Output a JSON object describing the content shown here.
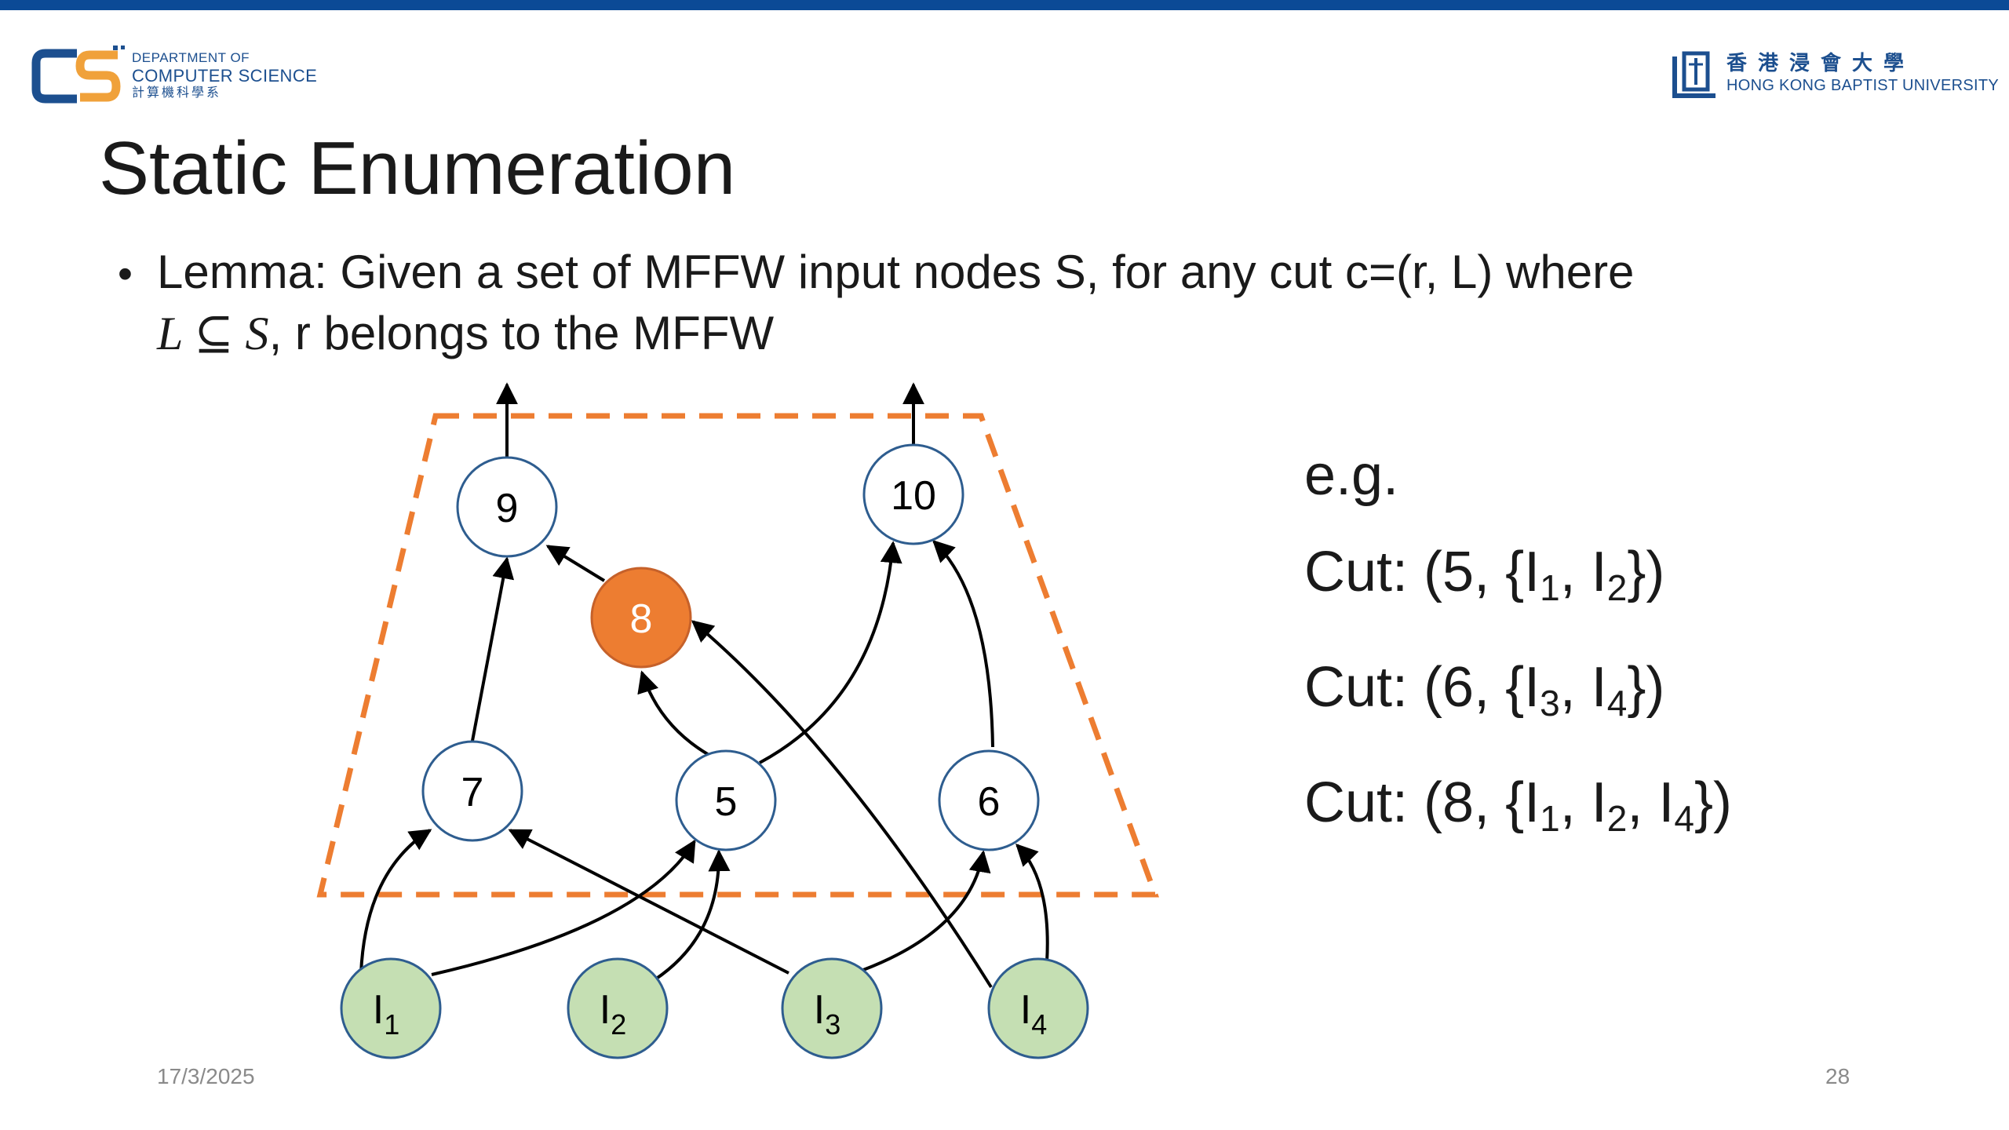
{
  "header": {
    "dept_line1": "DEPARTMENT OF",
    "dept_line2": "COMPUTER SCIENCE",
    "dept_line3": "計算機科學系",
    "uni_line1": "香港浸會大學",
    "uni_line2": "HONG KONG BAPTIST UNIVERSITY"
  },
  "title": "Static Enumeration",
  "bullet": {
    "line1": "Lemma: Given a set of MFFW input nodes S, for any cut c=(r, L) where",
    "math": "L ⊆ S",
    "line2_rest": ", r belongs to the MFFW"
  },
  "diagram": {
    "nodes": [
      {
        "id": "n9",
        "label": "9",
        "kind": "internal"
      },
      {
        "id": "n10",
        "label": "10",
        "kind": "internal"
      },
      {
        "id": "n8",
        "label": "8",
        "kind": "highlight"
      },
      {
        "id": "n7",
        "label": "7",
        "kind": "internal"
      },
      {
        "id": "n5",
        "label": "5",
        "kind": "internal"
      },
      {
        "id": "n6",
        "label": "6",
        "kind": "internal"
      },
      {
        "id": "i1",
        "label": "I",
        "sub": "1",
        "kind": "input"
      },
      {
        "id": "i2",
        "label": "I",
        "sub": "2",
        "kind": "input"
      },
      {
        "id": "i3",
        "label": "I",
        "sub": "3",
        "kind": "input"
      },
      {
        "id": "i4",
        "label": "I",
        "sub": "4",
        "kind": "input"
      }
    ],
    "edges": [
      [
        "i1",
        "n7"
      ],
      [
        "i1",
        "n5"
      ],
      [
        "i2",
        "n5"
      ],
      [
        "i3",
        "n7"
      ],
      [
        "i3",
        "n6"
      ],
      [
        "i4",
        "n6"
      ],
      [
        "i4",
        "n8"
      ],
      [
        "n7",
        "n9"
      ],
      [
        "n5",
        "n8"
      ],
      [
        "n5",
        "n10"
      ],
      [
        "n6",
        "n10"
      ],
      [
        "n8",
        "n9"
      ],
      [
        "n9",
        "out"
      ],
      [
        "n10",
        "out"
      ]
    ],
    "colors": {
      "node_stroke": "#2e5d8f",
      "highlight_fill": "#ed7d31",
      "input_fill": "#c5dfb3",
      "input_stroke": "#2e5d8f",
      "boundary": "#ed7d31",
      "edge": "#000000"
    }
  },
  "example": {
    "label": "e.g.",
    "cuts": [
      {
        "prefix": "Cut: (5, {I",
        "items": [
          {
            "sub": "1",
            "sep": ", I"
          },
          {
            "sub": "2",
            "sep": ""
          }
        ],
        "suffix": "})"
      },
      {
        "prefix": "Cut: (6, {I",
        "items": [
          {
            "sub": "3",
            "sep": ", I"
          },
          {
            "sub": "4",
            "sep": ""
          }
        ],
        "suffix": "})"
      },
      {
        "prefix": "Cut: (8, {I",
        "items": [
          {
            "sub": "1",
            "sep": ", I"
          },
          {
            "sub": "2",
            "sep": ", I"
          },
          {
            "sub": "4",
            "sep": ""
          }
        ],
        "suffix": "})"
      }
    ]
  },
  "footer": {
    "date": "17/3/2025",
    "page": "28"
  }
}
